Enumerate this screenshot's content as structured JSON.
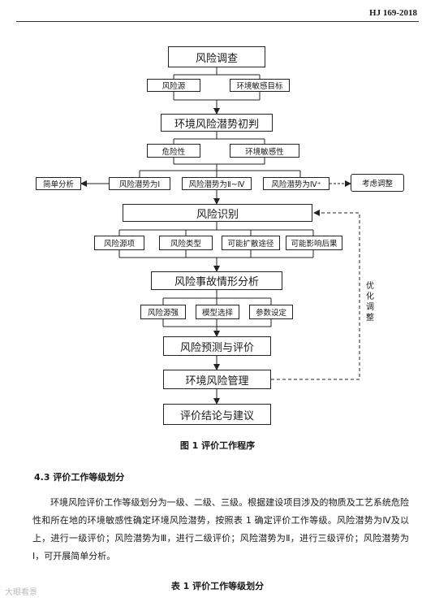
{
  "header": {
    "doc_code": "HJ 169-2018"
  },
  "flowchart": {
    "risk_survey": "风险调查",
    "risk_source": "风险源",
    "env_sensitive_target": "环境敏感目标",
    "initial_judgment": "环境风险潜势初判",
    "hazard": "危险性",
    "env_sensitivity": "环境敏感性",
    "simple_analysis": "简单分析",
    "potential_I": "风险潜势为Ⅰ",
    "potential_II_IV": "风险潜势为Ⅱ~Ⅳ",
    "potential_IV_plus": "风险潜势为Ⅳ⁺",
    "consider_adjust": "考虑调整",
    "risk_identification": "风险识别",
    "risk_items": "风险源项",
    "risk_types": "风险类型",
    "diffusion_paths": "可能扩散途径",
    "impact_consequences": "可能影响后果",
    "accident_scenario": "风险事故情形分析",
    "source_intensity": "风险源强",
    "model_selection": "模型选择",
    "parameter_setting": "参数设定",
    "prediction_evaluation": "风险预测与评价",
    "env_risk_management": "环境风险管理",
    "optimize_adjust": "优化调整",
    "conclusion": "评价结论与建议"
  },
  "figure_caption": "图 1  评价工作程序",
  "section": {
    "number_title": "4.3   评价工作等级划分",
    "paragraph": "环境风险评价工作等级划分为一级、二级、三级。根据建设项目涉及的物质及工艺系统危险性和所在地的环境敏感性确定环境风险潜势，按照表 1 确定评价工作等级。风险潜势为Ⅳ及以上，进行一级评价；风险潜势为Ⅲ，进行二级评价；风险潜势为Ⅱ，进行三级评价；风险潜势为Ⅰ，可开展简单分析。"
  },
  "table_caption": "表 1  评价工作等级划分",
  "watermark": "大眼看景"
}
